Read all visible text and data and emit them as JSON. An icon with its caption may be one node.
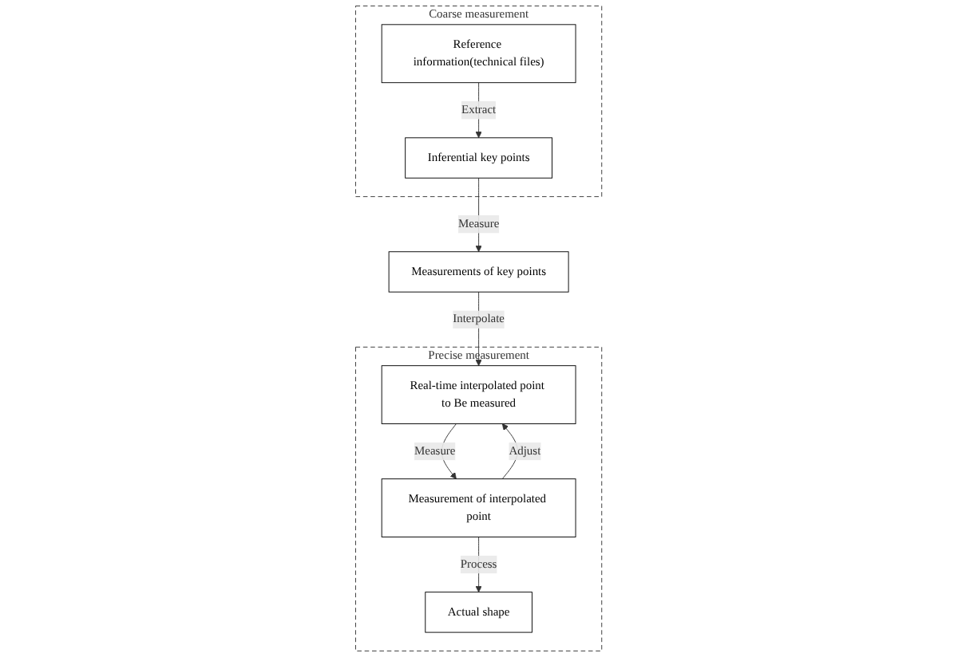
{
  "diagram": {
    "nodes": [
      {
        "text": [
          "Coarse measurement"
        ]
      },
      {
        "text": [
          "Reference information(technical files)"
        ],
        "in": 0
      },
      {
        "text": [
          "Inferential key points"
        ],
        "in": 0
      },
      {
        "text": [
          "Measurements of key points"
        ]
      },
      {
        "text": [
          "Precise measurement"
        ]
      },
      {
        "text": [
          "Real-time interpolated point to Be measured"
        ],
        "in": 4
      },
      {
        "text": [
          "Measurement of interpolated point"
        ],
        "in": 4
      },
      {
        "text": [
          "Actual shape"
        ],
        "in": 4
      }
    ],
    "edges": [
      {
        "from": 1,
        "to": 2,
        "arrow": "to",
        "label": "Extract"
      },
      {
        "from": 2,
        "to": 3,
        "arrow": "to",
        "label": "Measure"
      },
      {
        "from": 3,
        "to": 5,
        "arrow": "to",
        "label": "Interpolate"
      },
      {
        "from": 5,
        "to": 6,
        "arrow": "to",
        "label": "Measure"
      },
      {
        "from": 6,
        "to": 5,
        "arrow": "to",
        "label": "Adjust"
      },
      {
        "from": 6,
        "to": 7,
        "arrow": "to",
        "label": "Process"
      }
    ]
  }
}
